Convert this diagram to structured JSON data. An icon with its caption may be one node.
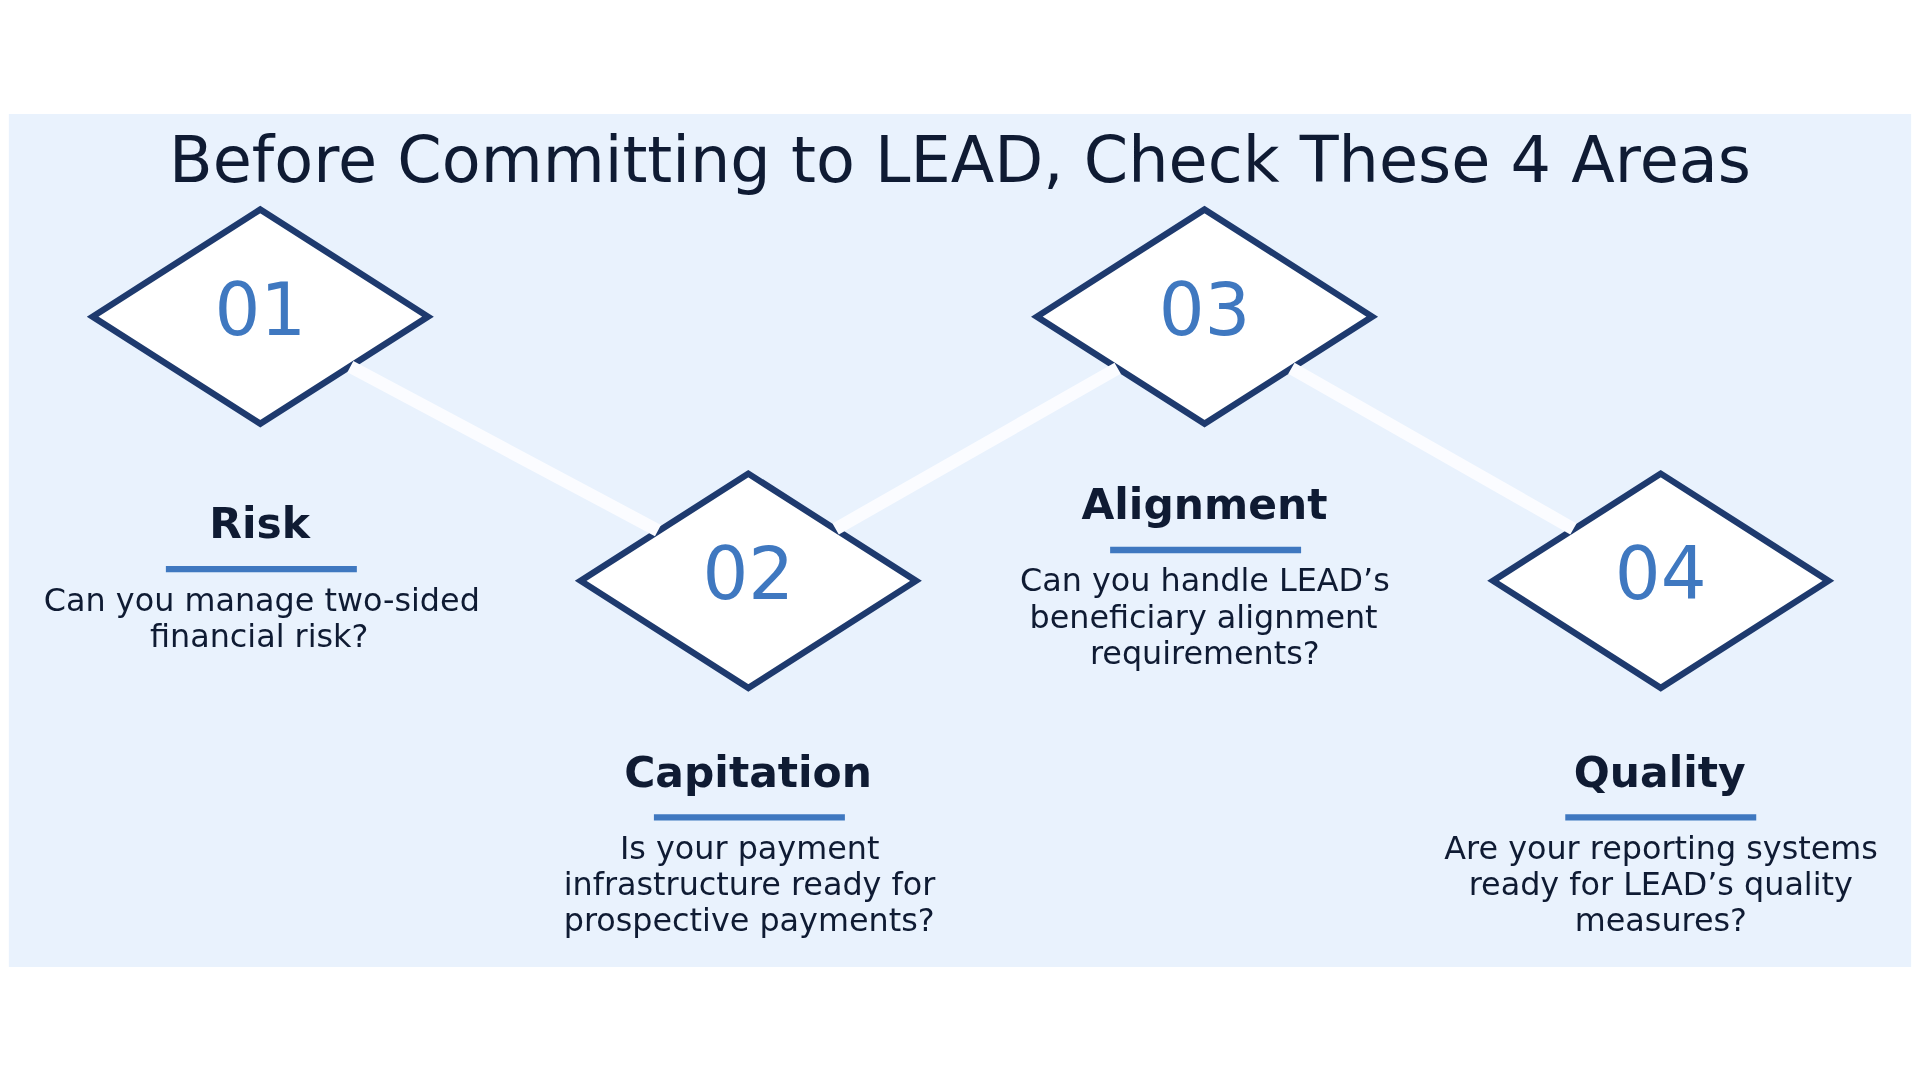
{
  "diagram": {
    "title": "Before Committing to LEAD, Check These 4 Areas",
    "nodes": [
      {
        "text": [
          "01"
        ],
        "beside": [
          "Risk",
          "Can you manage two-sided financial risk?"
        ]
      },
      {
        "text": [
          "02"
        ],
        "beside": [
          "Capitation",
          "Is your payment infrastructure ready for prospective payments?"
        ]
      },
      {
        "text": [
          "03"
        ],
        "beside": [
          "Alignment",
          "Can you handle LEAD’s beneficiary alignment requirements?"
        ]
      },
      {
        "text": [
          "04"
        ],
        "beside": [
          "Quality",
          "Are your reporting systems ready for LEAD’s quality measures?"
        ]
      }
    ],
    "edges": [
      {
        "from": 0,
        "to": 1,
        "arrow": "none"
      },
      {
        "from": 1,
        "to": 2,
        "arrow": "none"
      },
      {
        "from": 2,
        "to": 3,
        "arrow": "none"
      }
    ]
  }
}
